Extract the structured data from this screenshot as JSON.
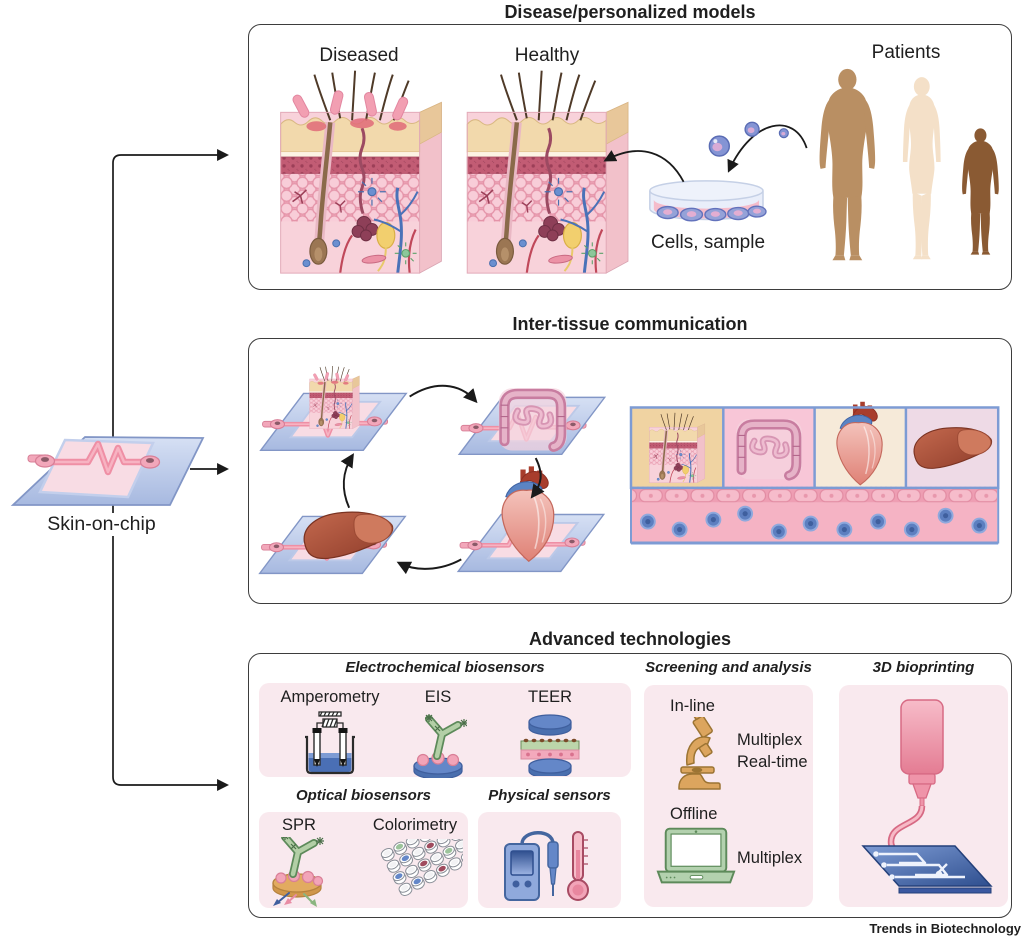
{
  "device": {
    "label": "Skin-on-chip"
  },
  "panels": {
    "disease": {
      "title": "Disease/personalized models",
      "diseased": "Diseased",
      "healthy": "Healthy",
      "patients": "Patients",
      "cells": "Cells, sample"
    },
    "intertissue": {
      "title": "Inter-tissue communication"
    },
    "advanced": {
      "title": "Advanced technologies",
      "electrochemical": {
        "title": "Electrochemical biosensors",
        "amperometry": "Amperometry",
        "eis": "EIS",
        "teer": "TEER"
      },
      "optical": {
        "title": "Optical biosensors",
        "spr": "SPR",
        "colorimetry": "Colorimetry"
      },
      "physical": {
        "title": "Physical sensors"
      },
      "screening": {
        "title": "Screening and analysis",
        "inline": "In-line",
        "inline_tag1": "Multiplex",
        "inline_tag2": "Real-time",
        "offline": "Offline",
        "offline_tag": "Multiplex"
      },
      "bioprinting": {
        "title": "3D bioprinting"
      }
    }
  },
  "footer": {
    "journal": "Trends in Biotechnology"
  },
  "colors": {
    "panel_border": "#3d3d3d",
    "section_box_pink": "#f9e9ee",
    "chip_blue": "#b9c7e8",
    "channel_pink": "#ef8fa5",
    "vessel_pink": "#f5b3c4",
    "blood_cell_blue": "#5d7fc0",
    "skin_tan": "#f2d9ac",
    "dermis_pink": "#f8d2da",
    "antibody_green": "#b3cfa6",
    "sensor_gold": "#e2ab60",
    "laptop_green": "#b3d1ae",
    "printer_pink": "#ef94a9"
  }
}
